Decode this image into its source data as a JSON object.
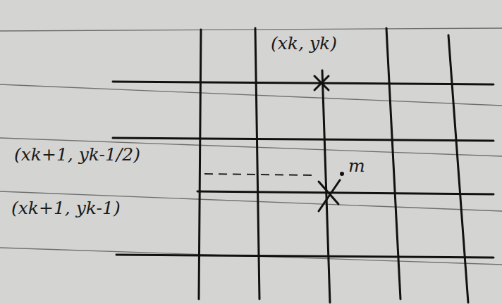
{
  "diagram": {
    "labels": [
      "(xk, yk)",
      "(xk+1, yk-1/2)",
      "(xk+1, yk-1)",
      "m"
    ]
  }
}
